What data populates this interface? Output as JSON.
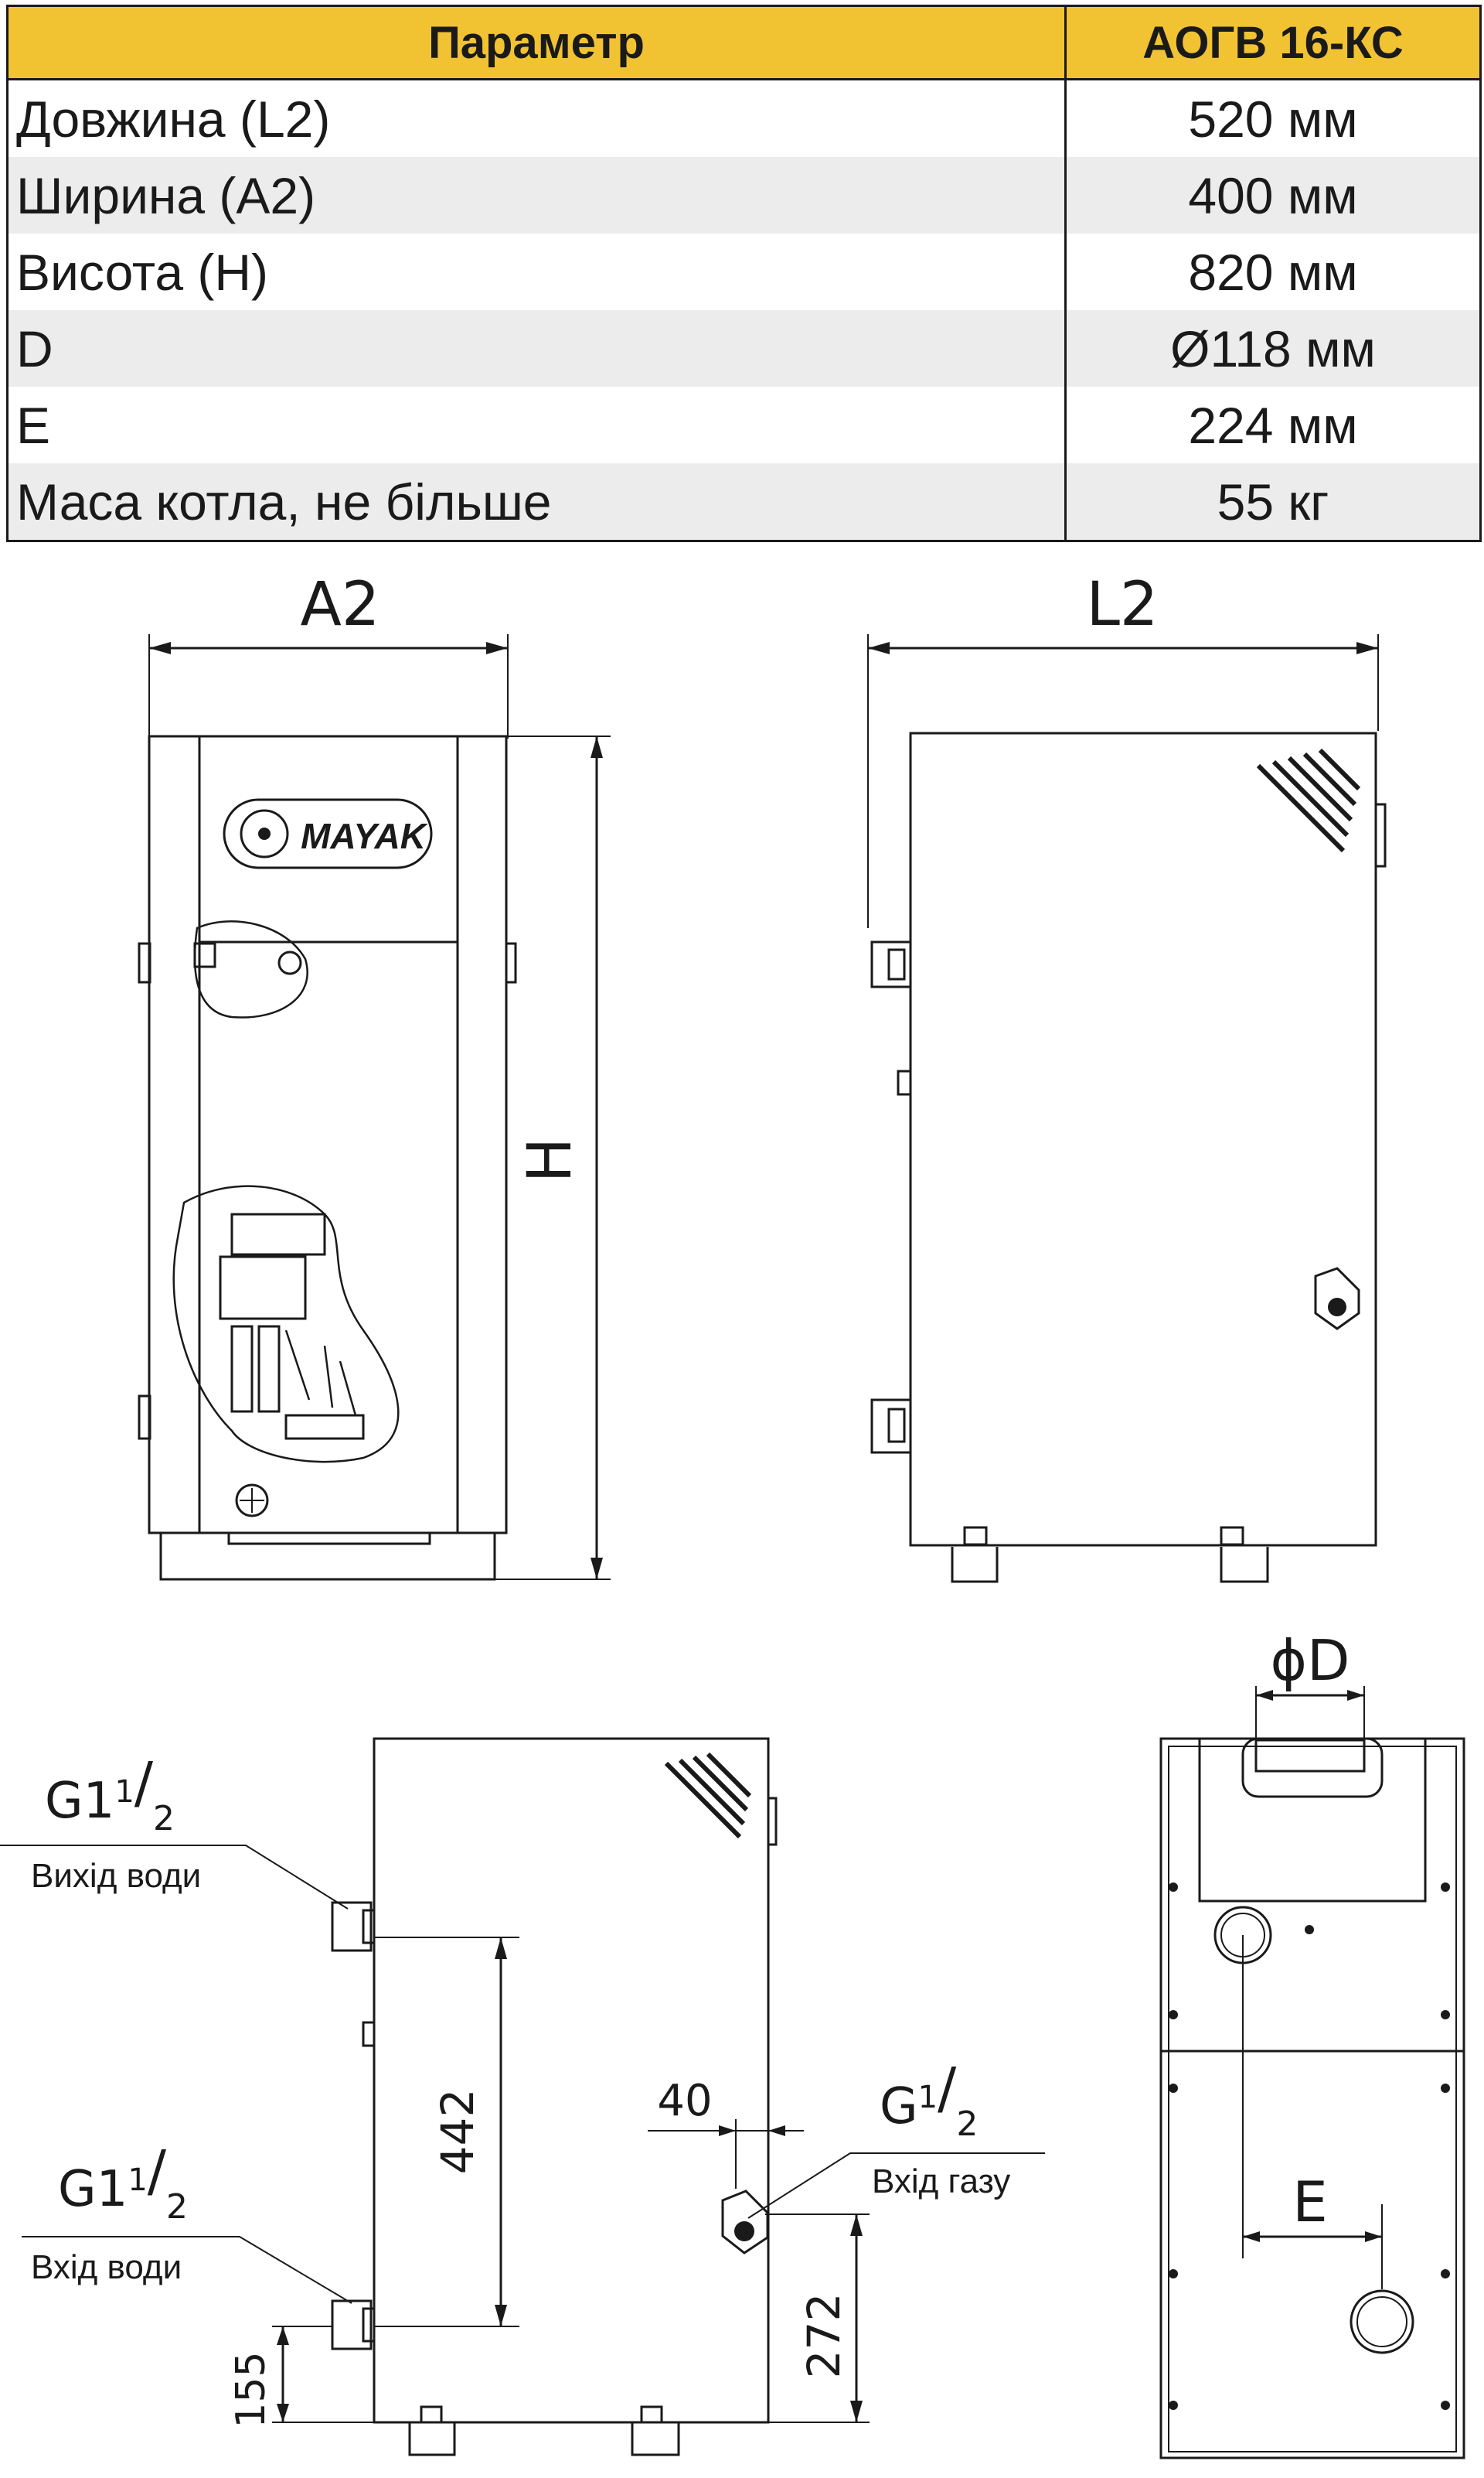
{
  "spec_table": {
    "headers": [
      "Параметр",
      "АОГВ 16-КС"
    ],
    "rows": [
      {
        "param": "Довжина (L2)",
        "value": "520 мм"
      },
      {
        "param": "Ширина (A2)",
        "value": "400 мм"
      },
      {
        "param": "Висота (H)",
        "value": "820 мм"
      },
      {
        "param": "D",
        "value": "Ø118 мм"
      },
      {
        "param": "E",
        "value": "224 мм"
      },
      {
        "param": "Маса котла, не більше",
        "value": "55 кг"
      }
    ]
  },
  "drawing": {
    "dim_a2": "A2",
    "dim_l2": "L2",
    "dim_h": "H",
    "dim_d": "ϕD",
    "dim_e": "E",
    "logo": "MAYAK",
    "dim_442": "442",
    "dim_155": "155",
    "dim_272": "272",
    "dim_40": "40",
    "water_out_thread": "G1",
    "water_out_sup": "1",
    "water_out_slash": "/",
    "water_out_sub": "2",
    "water_out_label": "Вихід води",
    "water_in_thread": "G1",
    "water_in_sup": "1",
    "water_in_slash": "/",
    "water_in_sub": "2",
    "water_in_label": "Вхід води",
    "gas_thread": "G",
    "gas_sup": "1",
    "gas_slash": "/",
    "gas_sub": "2",
    "gas_label": "Вхід газу"
  },
  "colors": {
    "header_bg": "#f1c232",
    "row_alt": "#ececec",
    "line": "#1a1a1a"
  }
}
